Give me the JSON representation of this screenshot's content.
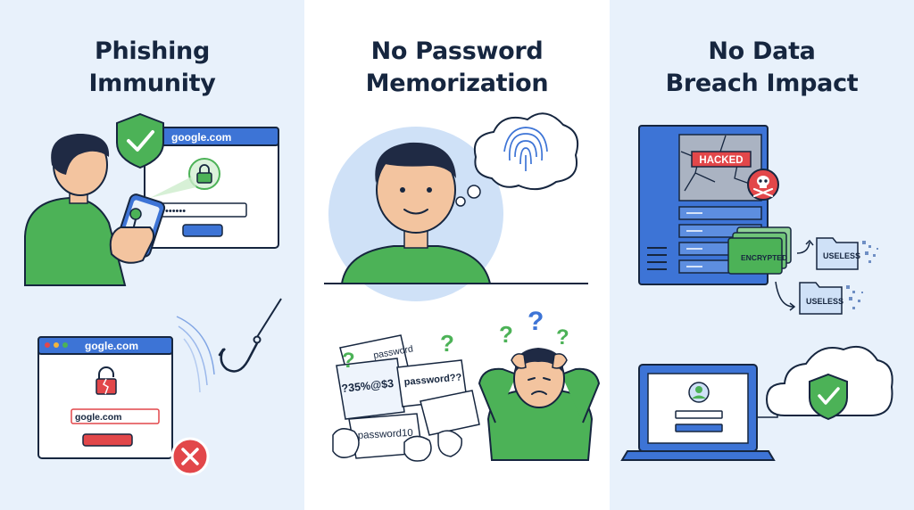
{
  "panels": [
    {
      "title_line1": "Phishing",
      "title_line2": "Immunity",
      "legit_url": "google.com",
      "password_mask": "••••••",
      "phish_url": "gogle.com",
      "phish_field": "gogle.com"
    },
    {
      "title_line1": "No Password",
      "title_line2": "Memorization",
      "notes": [
        "password",
        "?35%@$3",
        "password??",
        "password10"
      ]
    },
    {
      "title_line1": "No Data",
      "title_line2": "Breach Impact",
      "hacked_label": "HACKED",
      "encrypted_label": "ENCRYPTED",
      "useless_label_1": "USELESS",
      "useless_label_2": "USELESS"
    }
  ],
  "colors": {
    "navy": "#16263f",
    "blue": "#3d74d6",
    "green": "#4cb257",
    "red": "#e2474a",
    "light_blue": "#e8f1fb"
  }
}
